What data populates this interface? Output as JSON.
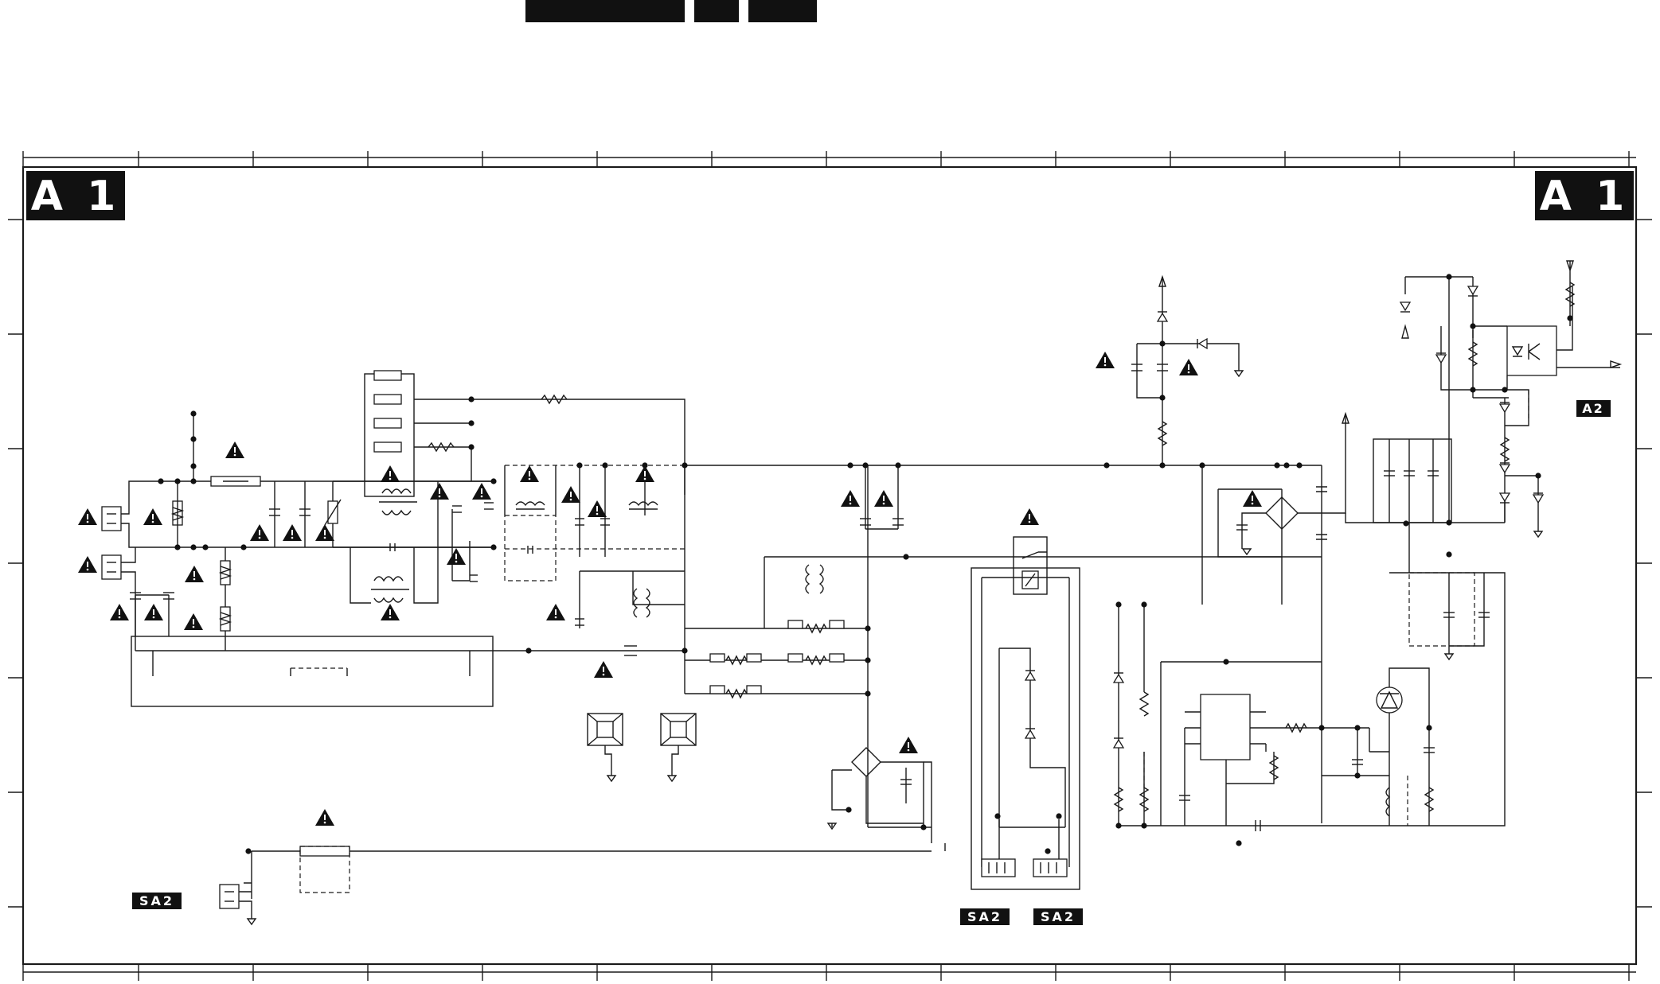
{
  "header": {
    "bars": [
      "",
      "",
      ""
    ]
  },
  "sheet": {
    "zone_label_left": "A 1",
    "zone_label_right": "A 1",
    "connector_a2": "A2",
    "connector_sa2_left": "SA2",
    "connector_sa2_mid_1": "SA2",
    "connector_sa2_mid_2": "SA2"
  },
  "icons": {
    "warning": "warning-triangle-icon",
    "ground": "ground-icon"
  },
  "colors": {
    "ink": "#1a1a1a",
    "label_bg": "#111111",
    "label_fg": "#ffffff",
    "paper": "#ffffff"
  }
}
